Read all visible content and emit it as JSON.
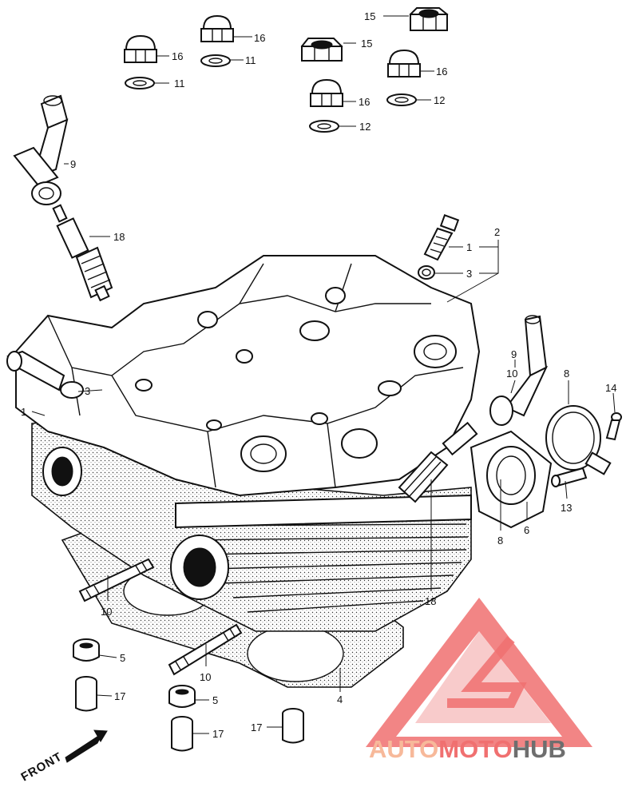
{
  "labels": {
    "l1": "1",
    "l1b": "1",
    "l2": "2",
    "l3": "3",
    "l3b": "3",
    "l4": "4",
    "l5": "5",
    "l5b": "5",
    "l6": "6",
    "l8": "8",
    "l8b": "8",
    "l9": "9",
    "l9b": "9",
    "l10": "10",
    "l10b": "10",
    "l10c": "10",
    "l11": "11",
    "l11b": "11",
    "l12": "12",
    "l12b": "12",
    "l13": "13",
    "l14": "14",
    "l15": "15",
    "l15b": "15",
    "l16": "16",
    "l16b": "16",
    "l16c": "16",
    "l16d": "16",
    "l17": "17",
    "l17b": "17",
    "l17c": "17",
    "l18": "18",
    "l18b": "18"
  },
  "front_label": "FRONT",
  "watermark": {
    "part1": "AUTO",
    "part2": "MOTO",
    "part3": "HUB"
  },
  "colors": {
    "watermark_light": "#f7b99a",
    "watermark_red": "#f07070",
    "watermark_gray": "#6e6e6e",
    "line": "#111111"
  }
}
